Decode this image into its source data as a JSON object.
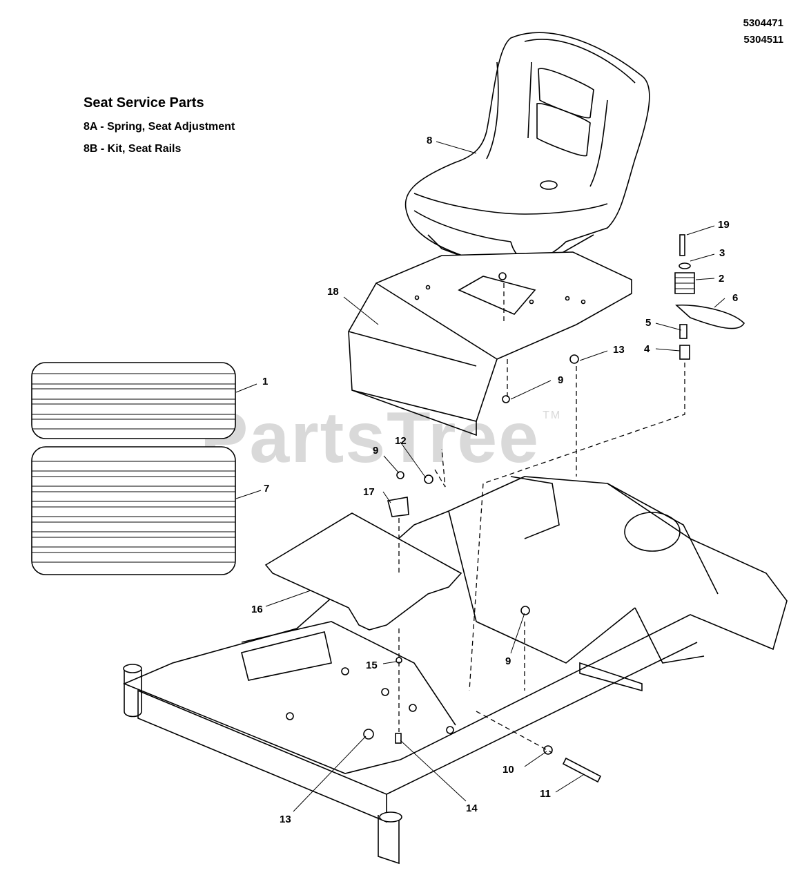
{
  "reference_numbers": [
    "5304471",
    "5304511"
  ],
  "service_info": {
    "title": "Seat Service Parts",
    "lines": [
      "8A - Spring, Seat Adjustment",
      "8B - Kit, Seat Rails"
    ]
  },
  "watermark": {
    "text": "PartsTree",
    "tm": "TM"
  },
  "callouts": {
    "c1": "1",
    "c2": "2",
    "c3": "3",
    "c4": "4",
    "c5": "5",
    "c6": "6",
    "c7": "7",
    "c8": "8",
    "c9a": "9",
    "c9b": "9",
    "c9c": "9",
    "c10": "10",
    "c11": "11",
    "c12": "12",
    "c13a": "13",
    "c13b": "13",
    "c14": "14",
    "c15": "15",
    "c16": "16",
    "c17": "17",
    "c18": "18",
    "c19": "19"
  }
}
